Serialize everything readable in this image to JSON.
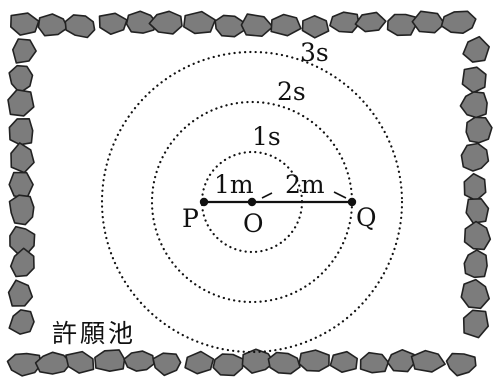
{
  "pond": {
    "name": "許願池"
  },
  "rings": [
    {
      "label": "1s",
      "radius_m": 1
    },
    {
      "label": "2s",
      "radius_m": 2
    },
    {
      "label": "3s",
      "radius_m": 3
    }
  ],
  "points": {
    "P": "P",
    "O": "O",
    "Q": "Q"
  },
  "distances": {
    "PO": "1m",
    "OQ": "2m"
  }
}
